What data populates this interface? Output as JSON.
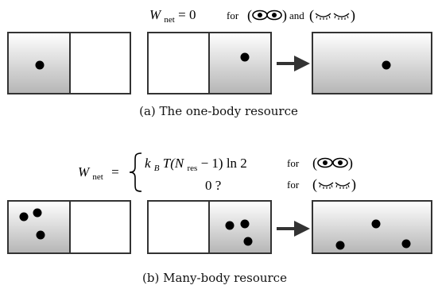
{
  "panel_a": {
    "equation": {
      "lhs": "W",
      "sub": "net",
      "rhs": " = 0",
      "for_text": "for",
      "and_text": "and",
      "icon_open": "open-eyes-icon",
      "icon_closed": "closed-eyes-icon"
    },
    "boxes": [
      {
        "cells": 2,
        "shaded_cell": 1,
        "particles": 1
      },
      {
        "cells": 2,
        "shaded_cell": 2,
        "particles": 1
      },
      {
        "cells": 1,
        "shaded_cell": 1,
        "particles": 1
      }
    ],
    "caption": "(a) The one-body resource"
  },
  "panel_b": {
    "equation": {
      "lhs": "W",
      "sub": "net",
      "eq": "=",
      "case1_kbt": "k",
      "case1_kbt_sub": "B",
      "case1_rest": "T(N",
      "case1_nres_sub": "res",
      "case1_tail": " − 1) ln 2",
      "case2": "0 ?",
      "for_text": "for",
      "icon_open": "open-eyes-icon",
      "icon_closed": "closed-eyes-icon"
    },
    "boxes": [
      {
        "cells": 2,
        "shaded_cell": 1,
        "particles": 3
      },
      {
        "cells": 2,
        "shaded_cell": 2,
        "particles": 3
      },
      {
        "cells": 1,
        "shaded_cell": 1,
        "particles": 3
      }
    ],
    "caption": "(b) Many-body resource"
  },
  "colors": {
    "gradient_top": "#ffffff",
    "gradient_bottom": "#b8b8b8",
    "stroke": "#333333",
    "particle": "#000000"
  }
}
